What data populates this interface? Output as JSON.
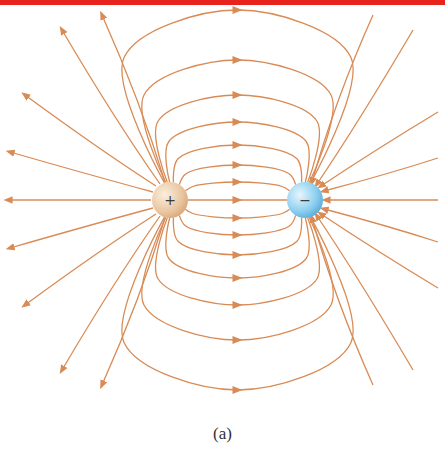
{
  "diagram": {
    "nodes": [
      {
        "text": [
          "+"
        ]
      },
      {
        "text": [
          "−"
        ]
      }
    ],
    "edges": [
      {
        "from": 0,
        "to": 1,
        "arrow": "to"
      },
      {
        "from": 0,
        "to": 1,
        "arrow": "to"
      },
      {
        "from": 0,
        "to": 1,
        "arrow": "to"
      },
      {
        "from": 0,
        "to": 1,
        "arrow": "to"
      },
      {
        "from": 0,
        "to": 1,
        "arrow": "to"
      },
      {
        "from": 0,
        "to": 1,
        "arrow": "to"
      },
      {
        "from": 0,
        "to": 1,
        "arrow": "to"
      },
      {
        "from": 0,
        "to": 1,
        "arrow": "to"
      },
      {
        "from": 0,
        "to": 1,
        "arrow": "to"
      },
      {
        "from": 0,
        "to": 1,
        "arrow": "to"
      },
      {
        "from": 0,
        "to": 1,
        "arrow": "to"
      },
      {
        "from": 0,
        "to": 1,
        "arrow": "to"
      },
      {
        "from": 0,
        "to": 1,
        "arrow": "to"
      },
      {
        "from": 0,
        "to": 1,
        "arrow": "to"
      },
      {
        "from": 0,
        "to": 1,
        "arrow": "to"
      }
    ],
    "labels": [
      "(a)"
    ]
  }
}
